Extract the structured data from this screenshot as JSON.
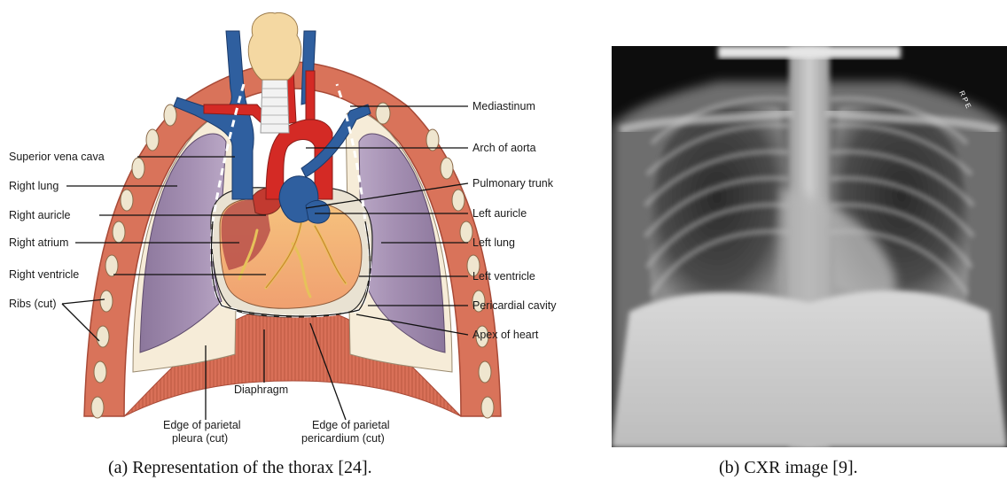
{
  "diagram": {
    "labels": {
      "mediastinum": "Mediastinum",
      "arch_of_aorta": "Arch of aorta",
      "superior_vena_cava": "Superior vena cava",
      "right_lung": "Right lung",
      "pulmonary_trunk": "Pulmonary trunk",
      "right_auricle": "Right auricle",
      "left_auricle": "Left auricle",
      "right_atrium": "Right atrium",
      "left_lung": "Left lung",
      "right_ventricle": "Right ventricle",
      "left_ventricle": "Left ventricle",
      "ribs": "Ribs (cut)",
      "pericardial_cavity": "Pericardial cavity",
      "apex": "Apex of heart",
      "diaphragm": "Diaphragm",
      "parietal_pleura_1": "Edge of parietal",
      "parietal_pleura_2": "pleura (cut)",
      "parietal_pericardium_1": "Edge of parietal",
      "parietal_pericardium_2": "pericardium (cut)"
    },
    "colors": {
      "rib_wall": "#d9735a",
      "rib_bone": "#efe6cf",
      "pleura": "#f6ecd8",
      "lung": "#9a84a8",
      "artery": "#d42a25",
      "vein": "#2f5f9f",
      "heart": "#f0b87a",
      "trachea": "#f4d8a2"
    }
  },
  "captions": {
    "a": "(a) Representation of the thorax [24].",
    "b": "(b) CXR image [9]."
  },
  "xray": {
    "marker_letters": "R  P  E"
  }
}
